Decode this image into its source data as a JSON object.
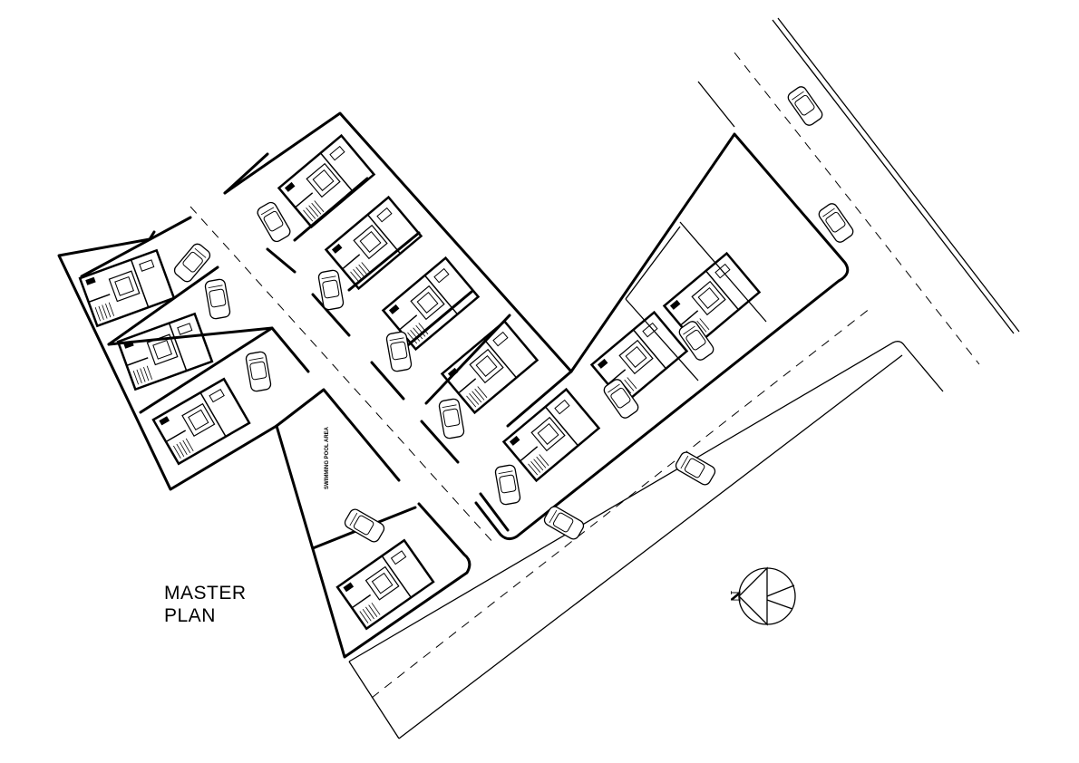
{
  "plan": {
    "title_line1": "MASTER",
    "title_line2": "PLAN",
    "pool_label": "SWIMMING POOL AREA",
    "north_label": "N"
  },
  "colors": {
    "ink": "#000000",
    "paper": "#ffffff"
  }
}
